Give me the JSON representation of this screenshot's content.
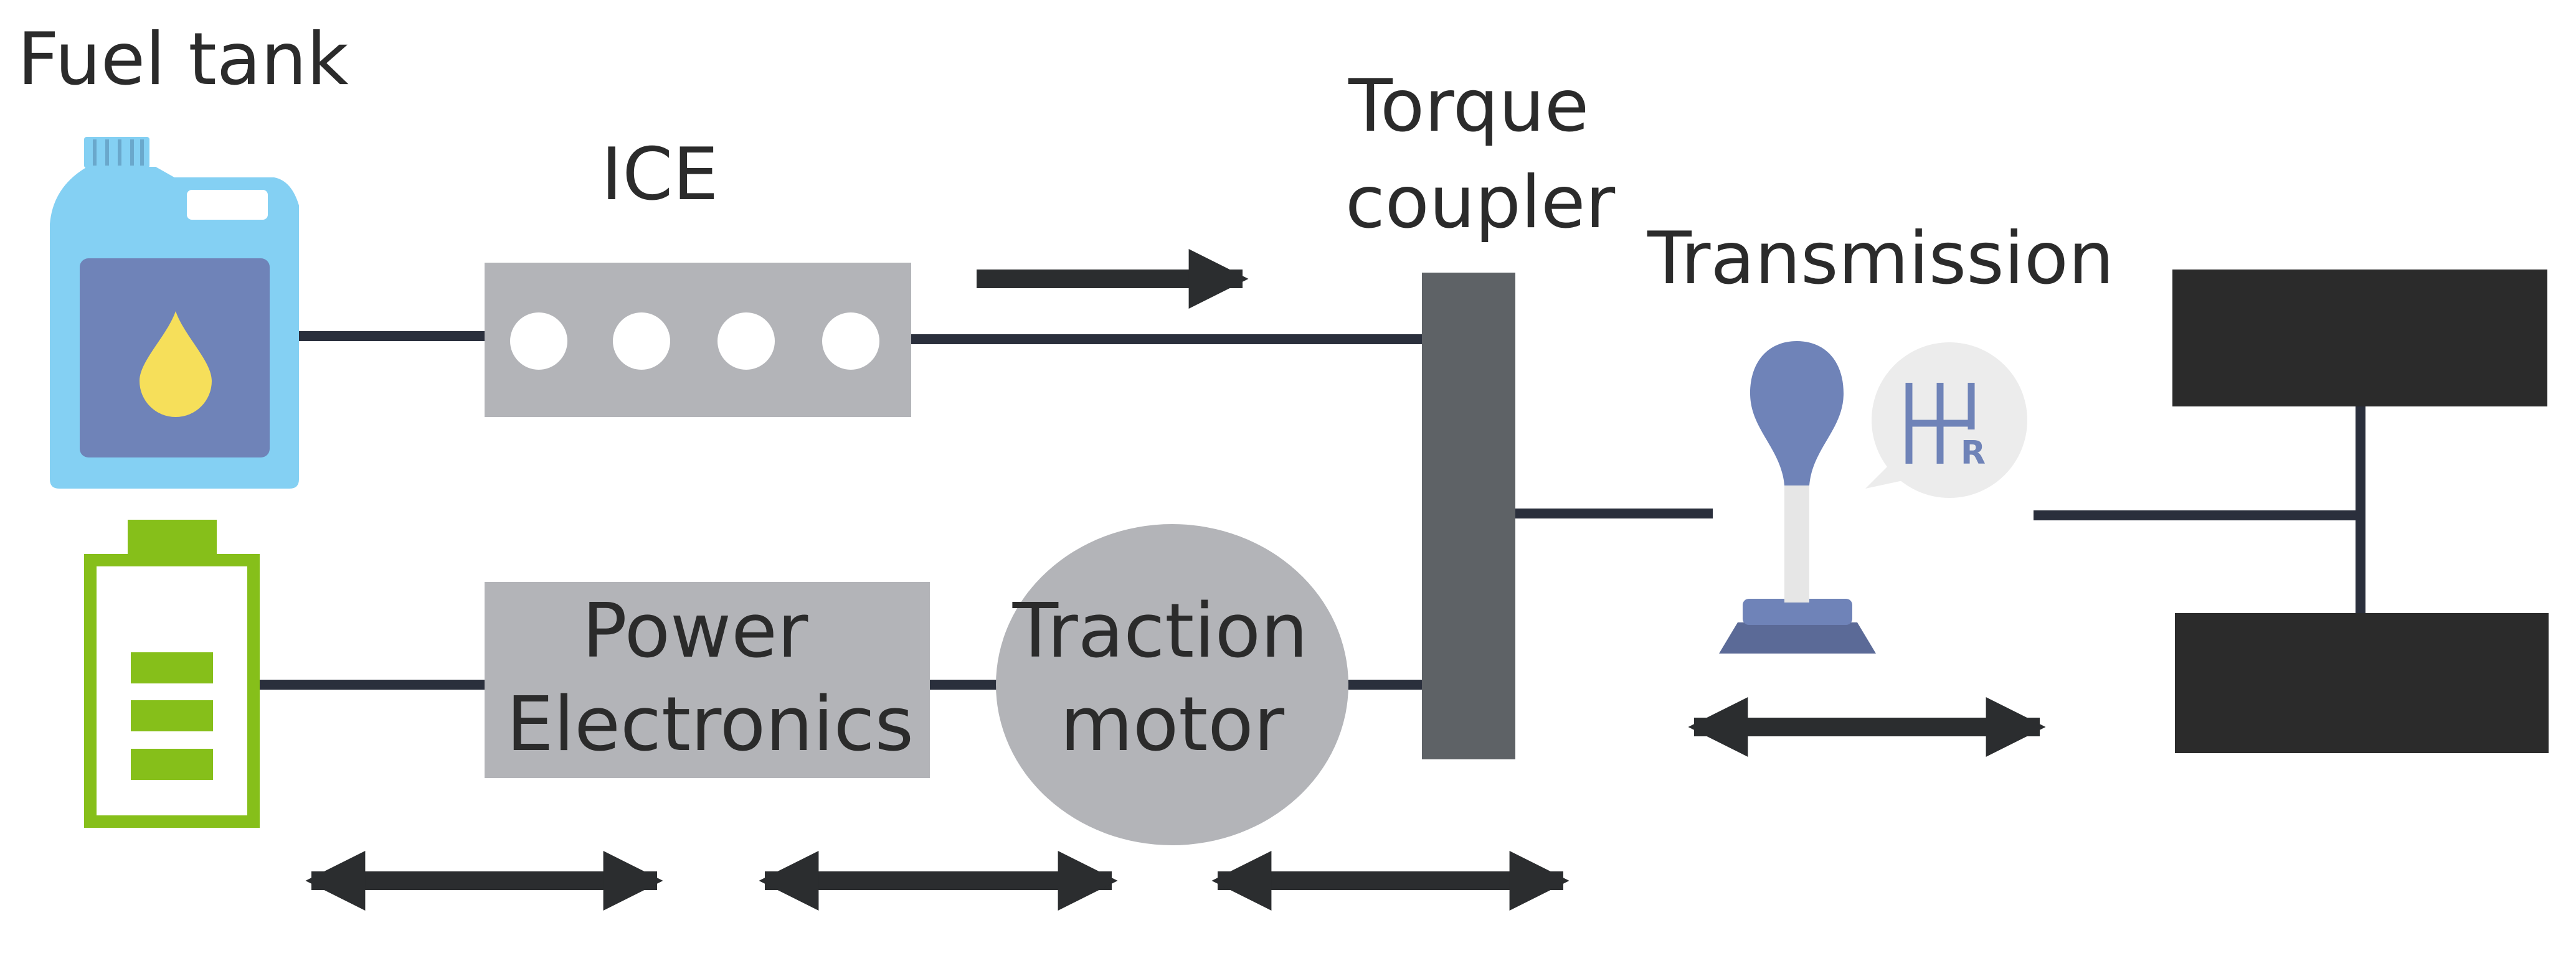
{
  "labels": {
    "fuel_tank": "Fuel tank",
    "ice": "ICE",
    "torque_coupler_line1": "Torque",
    "torque_coupler_line2": "coupler",
    "transmission": "Transmission",
    "power_electronics_line1": "Power",
    "power_electronics_line2": "Electronics",
    "traction_motor_line1": "Traction",
    "traction_motor_line2": "motor",
    "gear_pattern_reverse": "R"
  },
  "colors": {
    "line": "#2a2f3c",
    "arrow": "#2b2d2f",
    "ice_block": "#b3b4b8",
    "coupler": "#5e6266",
    "wheels": "#2b2b2b",
    "fuel_can": "#84d0f3",
    "fuel_can_panel": "#6f83b8",
    "fuel_drop": "#f6df5a",
    "battery": "#86bf1a",
    "shifter_knob": "#6f83b8",
    "shift_bubble": "#ececec"
  },
  "icons": {
    "fuel_tank": "fuel-can-icon",
    "battery": "battery-icon",
    "transmission": "gear-shifter-icon",
    "shift_pattern": "gear-pattern-icon",
    "wheels": "axle-wheels-icon"
  },
  "flows": [
    {
      "name": "ice-to-coupler-arrow",
      "direction": "one-way"
    },
    {
      "name": "battery-power-electronics-arrow",
      "direction": "bidirectional"
    },
    {
      "name": "power-electronics-motor-arrow",
      "direction": "bidirectional"
    },
    {
      "name": "motor-coupler-arrow",
      "direction": "bidirectional"
    },
    {
      "name": "transmission-wheels-arrow",
      "direction": "bidirectional"
    }
  ]
}
